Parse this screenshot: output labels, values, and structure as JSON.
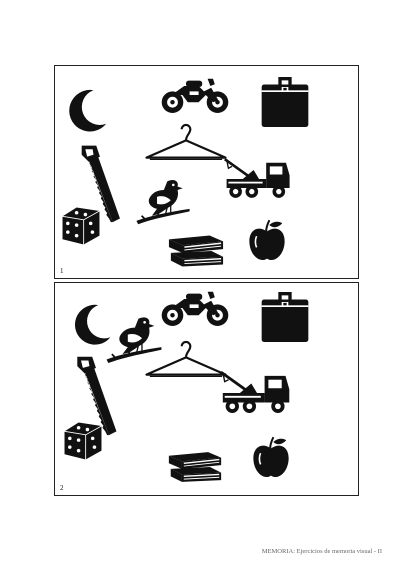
{
  "panels": [
    {
      "number": "1",
      "objects": [
        "moon-icon",
        "motorcycle-icon",
        "briefcase-icon",
        "coat-hanger-icon",
        "hand-saw-icon",
        "bird-icon",
        "tow-truck-icon",
        "dice-icon",
        "books-icon",
        "apple-icon"
      ]
    },
    {
      "number": "2",
      "objects": [
        "moon-icon",
        "motorcycle-icon",
        "briefcase-icon",
        "bird-icon",
        "coat-hanger-icon",
        "hand-saw-icon",
        "tow-truck-icon",
        "dice-icon",
        "books-icon",
        "apple-icon"
      ]
    }
  ],
  "footer": {
    "text": "MEMORIA: Ejercicios de memoria visual - II"
  },
  "colors": {
    "ink": "#111111",
    "paper": "#ffffff",
    "footer": "#666666"
  }
}
